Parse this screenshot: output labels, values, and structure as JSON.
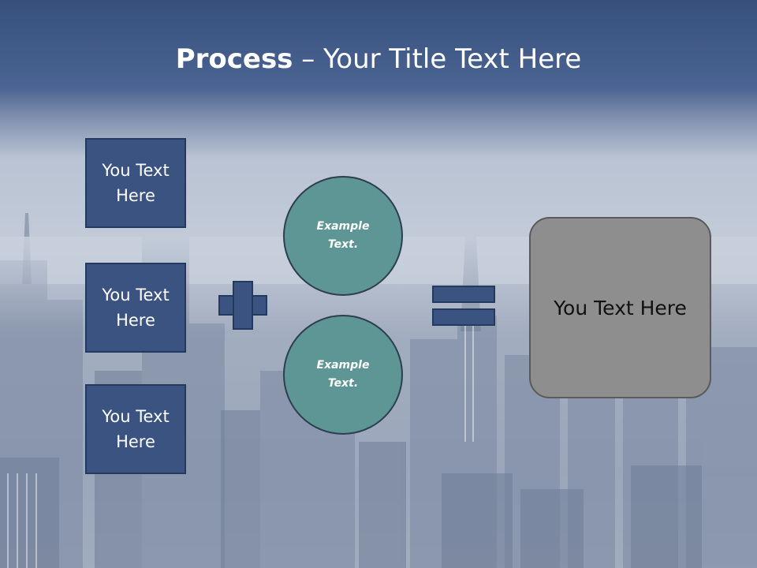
{
  "slide": {
    "title_bold": "Process",
    "title_rest": " – Your Title Text Here",
    "left_boxes": [
      {
        "line1": "You Text",
        "line2": "Here"
      },
      {
        "line1": "You Text",
        "line2": "Here"
      },
      {
        "line1": "You Text",
        "line2": "Here"
      }
    ],
    "circles": [
      {
        "text": "Example Text."
      },
      {
        "text": "Example Text."
      }
    ],
    "result_text": "You Text Here",
    "colors": {
      "box_fill": "#3b5381",
      "circle_fill": "#5e9595",
      "result_fill": "#8e8e8e",
      "title_band": "#3f5888"
    },
    "icons": {
      "operator_1": "plus-icon",
      "operator_2": "equals-icon"
    }
  }
}
